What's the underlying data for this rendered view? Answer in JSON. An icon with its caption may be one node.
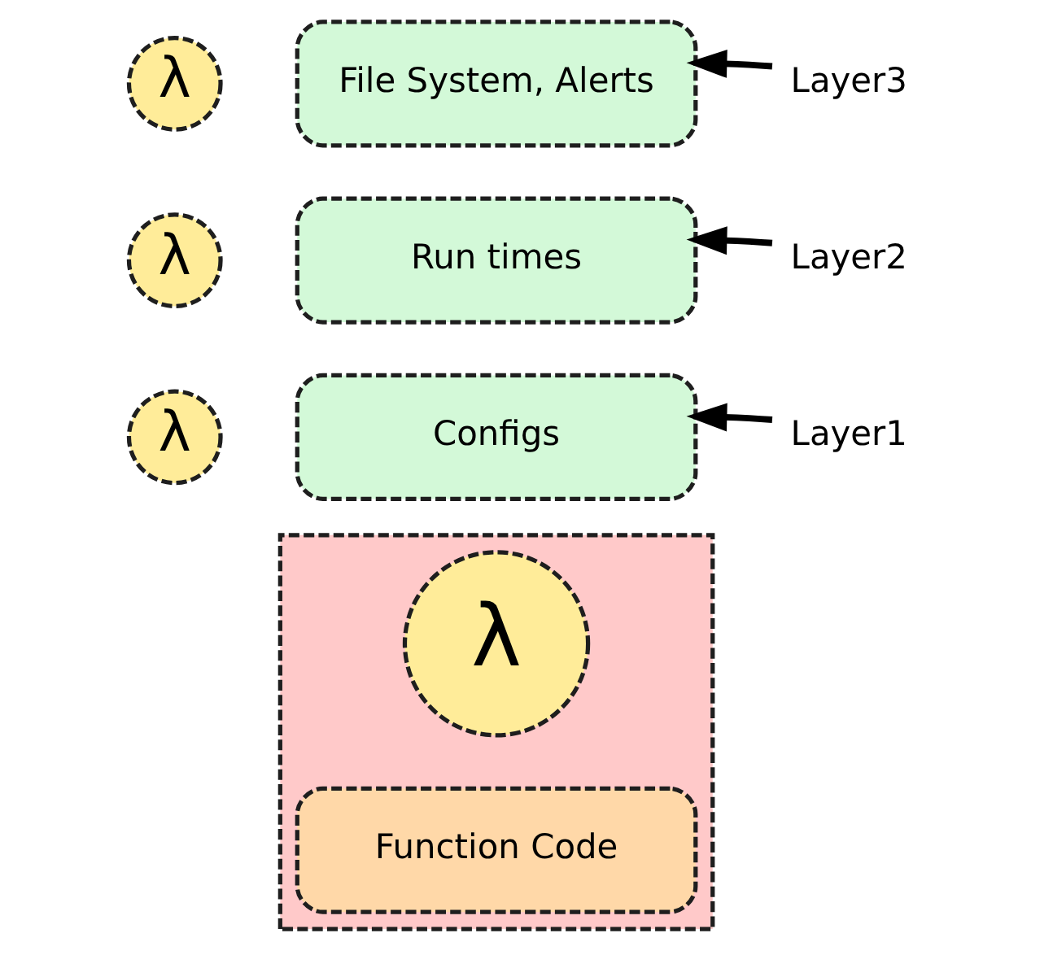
{
  "diagram": {
    "nodes": [
      {
        "text": [],
        "shape": "box"
      },
      {
        "text": [
          "λ"
        ],
        "in": 0
      },
      {
        "text": [
          "Function Code"
        ],
        "in": 0
      },
      {
        "text": [
          "λ"
        ]
      },
      {
        "text": [
          "Configs"
        ]
      },
      {
        "text": [
          "Layer1"
        ]
      },
      {
        "text": [
          "λ"
        ]
      },
      {
        "text": [
          "Run times"
        ]
      },
      {
        "text": [
          "Layer2"
        ]
      },
      {
        "text": [
          "λ"
        ]
      },
      {
        "text": [
          "File System, Alerts"
        ]
      },
      {
        "text": [
          "Layer3"
        ]
      }
    ],
    "edges": [
      {
        "from": 5,
        "to": 4,
        "arrow": "to"
      },
      {
        "from": 8,
        "to": 7,
        "arrow": "to"
      },
      {
        "from": 11,
        "to": 10,
        "arrow": "to"
      }
    ]
  }
}
